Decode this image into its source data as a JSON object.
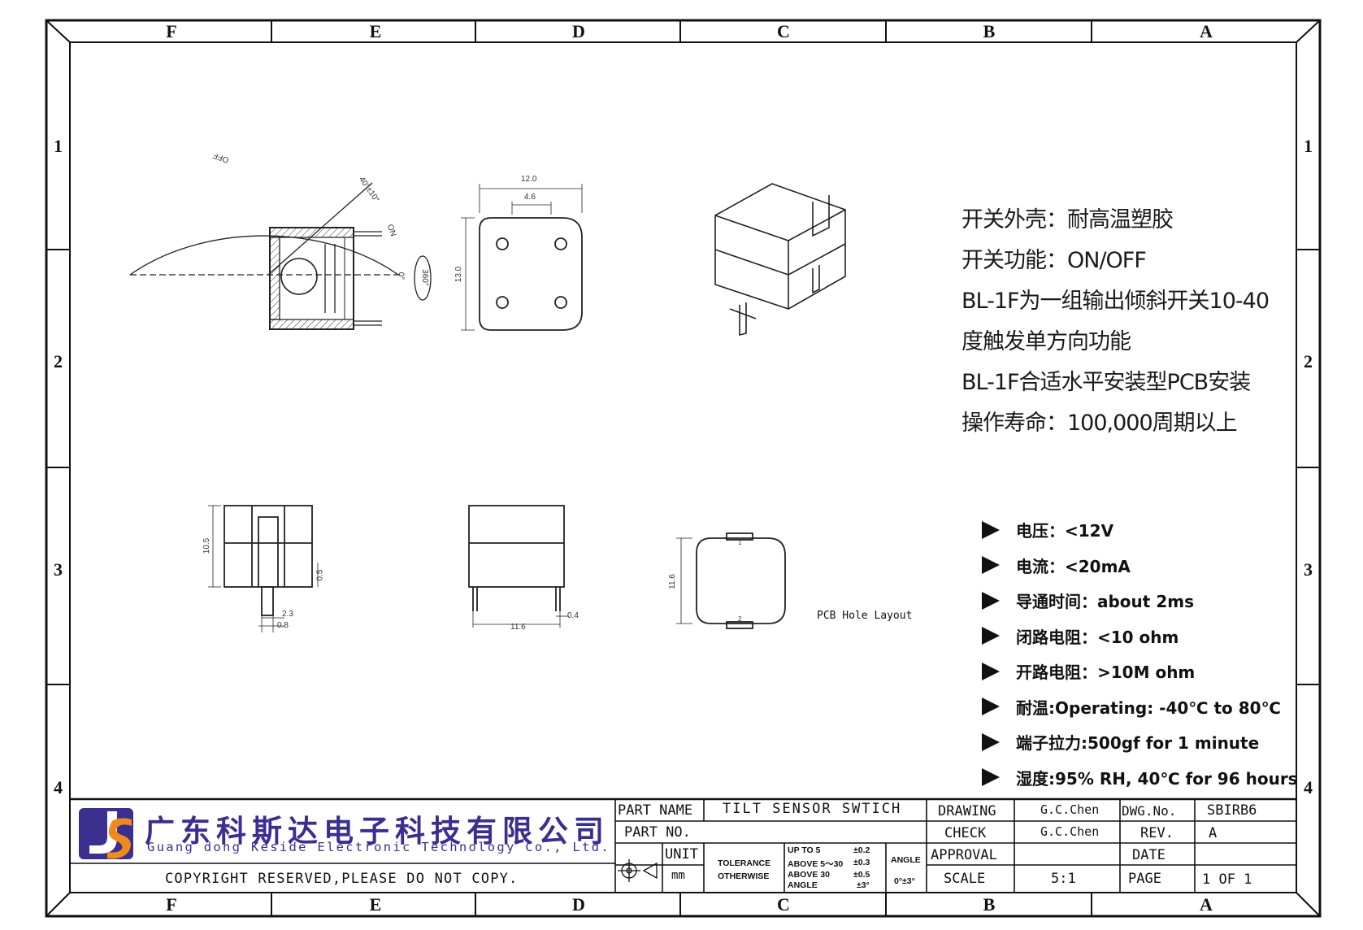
{
  "zones": {
    "columns": [
      "F",
      "E",
      "D",
      "C",
      "B",
      "A"
    ],
    "rows": [
      "1",
      "2",
      "3",
      "4"
    ]
  },
  "angle_diagram": {
    "off_label": "OFF",
    "angle_label": "40°±10°",
    "on_label": "ON",
    "zero_label": "0°",
    "rotation_label": "360°"
  },
  "top_view": {
    "width_dim": "12.0",
    "pitch_dim": "4.6",
    "height_dim": "13.0"
  },
  "side_view": {
    "height_dim": "10.5",
    "standoff_dim": "0.5",
    "pin_pitch_dim": "2.3",
    "pin_width_dim": "0.8"
  },
  "front_view": {
    "width_dim": "11.6",
    "pin_dim": "0.4"
  },
  "pcb_view": {
    "height_dim": "11.6",
    "pin1": "1",
    "pin2": "2",
    "caption": "PCB Hole Layout"
  },
  "specs": [
    "开关外壳：耐高温塑胶",
    "开关功能：ON/OFF",
    "BL-1F为一组输出倾斜开关10-40",
    "度触发单方向功能",
    "BL-1F合适水平安装型PCB安装",
    "操作寿命：100,000周期以上"
  ],
  "bullets": [
    "电压：<12V",
    "电流：<20mA",
    "导通时间：about 2ms",
    "闭路电阻：<10 ohm",
    "开路电阻：>10M ohm",
    "耐温:Operating: -40℃ to 80℃",
    "端子拉力:500gf for 1 minute",
    "湿度:95% RH, 40℃ for 96 hours"
  ],
  "title_block": {
    "company_cn": "广东科斯达电子科技有限公司",
    "company_en": "Guang dong Keside  Electronic Technology Co., Ltd.",
    "copyright": "COPYRIGHT RESERVED,PLEASE DO NOT COPY.",
    "part_name_label": "PART NAME",
    "part_name": "TILT SENSOR SWTICH",
    "part_no_label": "PART NO.",
    "part_no": "",
    "unit_label": "UNIT",
    "unit": "mm",
    "tolerance": "TOLERANCE",
    "otherwise": "OTHERWISE",
    "tol_rows": [
      {
        "range": "UP TO 5",
        "value": "±0.2"
      },
      {
        "range": "ABOVE 5～30",
        "value": "±0.3"
      },
      {
        "range": "ABOVE 30",
        "value": "±0.5"
      },
      {
        "range": "ANGLE",
        "value": "±3°"
      }
    ],
    "angle_label": "ANGLE",
    "angle_value": "0°±3°",
    "drawing_label": "DRAWING",
    "drawing": "G.C.Chen",
    "check_label": "CHECK",
    "check": "G.C.Chen",
    "approval_label": "APPROVAL",
    "approval": "",
    "scale_label": "SCALE",
    "scale": "5:1",
    "dwg_no_label": "DWG.No.",
    "dwg_no": "SBIRB6",
    "rev_label": "REV.",
    "rev": "A",
    "date_label": "DATE",
    "date": "",
    "page_label": "PAGE",
    "page": "1 OF 1"
  }
}
